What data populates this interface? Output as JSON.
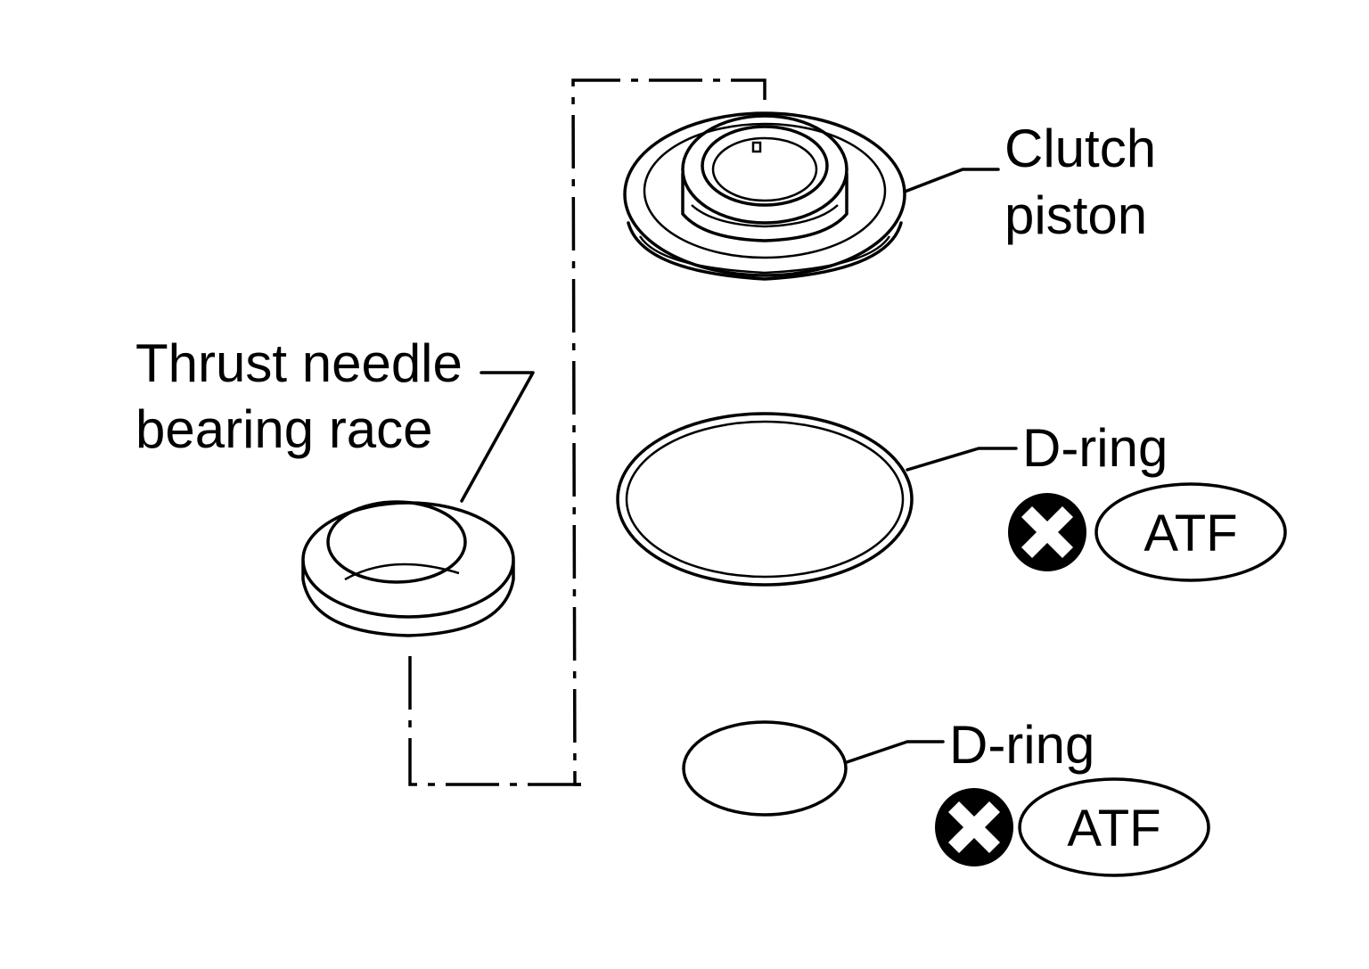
{
  "labels": {
    "clutch_piston_line1": "Clutch",
    "clutch_piston_line2": "piston",
    "thrust_line1": "Thrust needle",
    "thrust_line2": "bearing race",
    "d_ring_large": "D-ring",
    "d_ring_small": "D-ring"
  },
  "symbols": {
    "atf_large": "ATF",
    "atf_small": "ATF",
    "replace_icon_large": "x-circle-icon",
    "replace_icon_small": "x-circle-icon"
  },
  "colors": {
    "line": "#000000",
    "background": "#ffffff"
  }
}
